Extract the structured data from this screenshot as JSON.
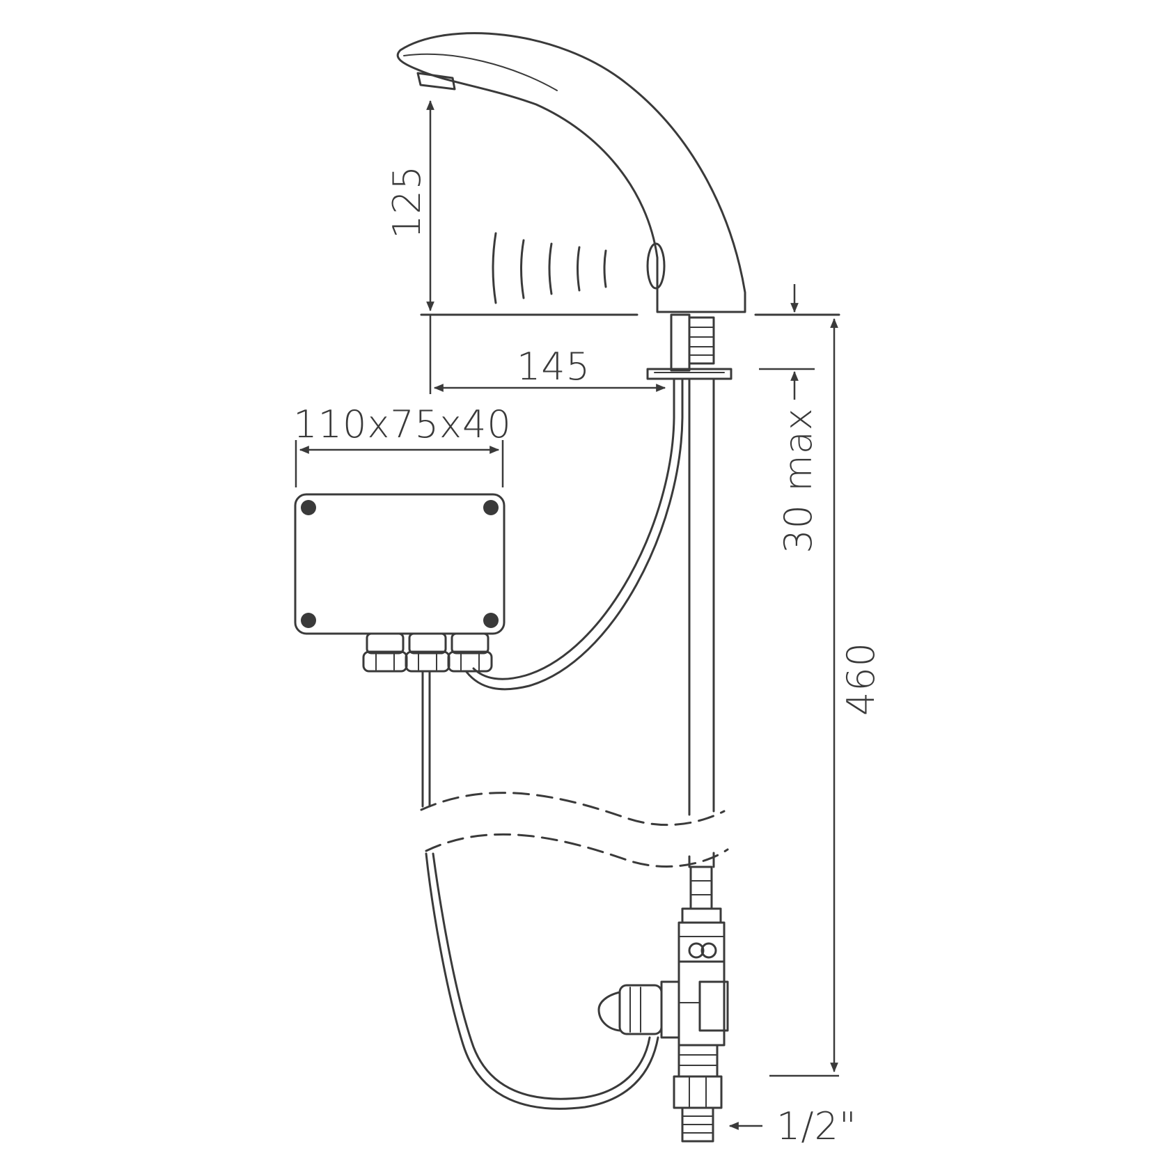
{
  "colors": {
    "ink": "#3a3a3a",
    "background": "#ffffff"
  },
  "dimensions": {
    "spout_height": "125",
    "spout_reach": "145",
    "control_box": "110x75x40",
    "deck_thickness": "30 max",
    "total_height": "460",
    "connection": "1/2\""
  }
}
